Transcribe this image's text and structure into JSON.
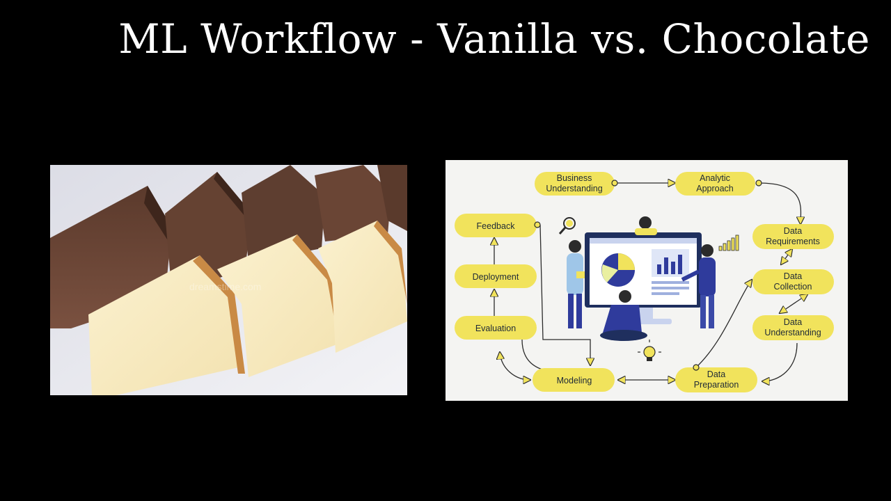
{
  "slide": {
    "title": "ML Workflow - Vanilla vs. Chocolate"
  },
  "photo": {
    "watermark": "dreamstime.com"
  },
  "diagram": {
    "nodes": {
      "business_understanding": [
        "Business",
        "Understanding"
      ],
      "analytic_approach": [
        "Analytic",
        "Approach"
      ],
      "data_requirements": [
        "Data",
        "Requirements"
      ],
      "data_collection": [
        "Data",
        "Collection"
      ],
      "data_understanding": [
        "Data",
        "Understanding"
      ],
      "data_preparation": [
        "Data",
        "Preparation"
      ],
      "modeling": [
        "Modeling"
      ],
      "evaluation": [
        "Evaluation"
      ],
      "deployment": [
        "Deployment"
      ],
      "feedback": [
        "Feedback"
      ]
    },
    "colors": {
      "node_fill": "#f1e35c",
      "node_text": "#1f2a36",
      "arrow": "#2b2b2b",
      "accent_blue": "#2f3b9c"
    }
  }
}
